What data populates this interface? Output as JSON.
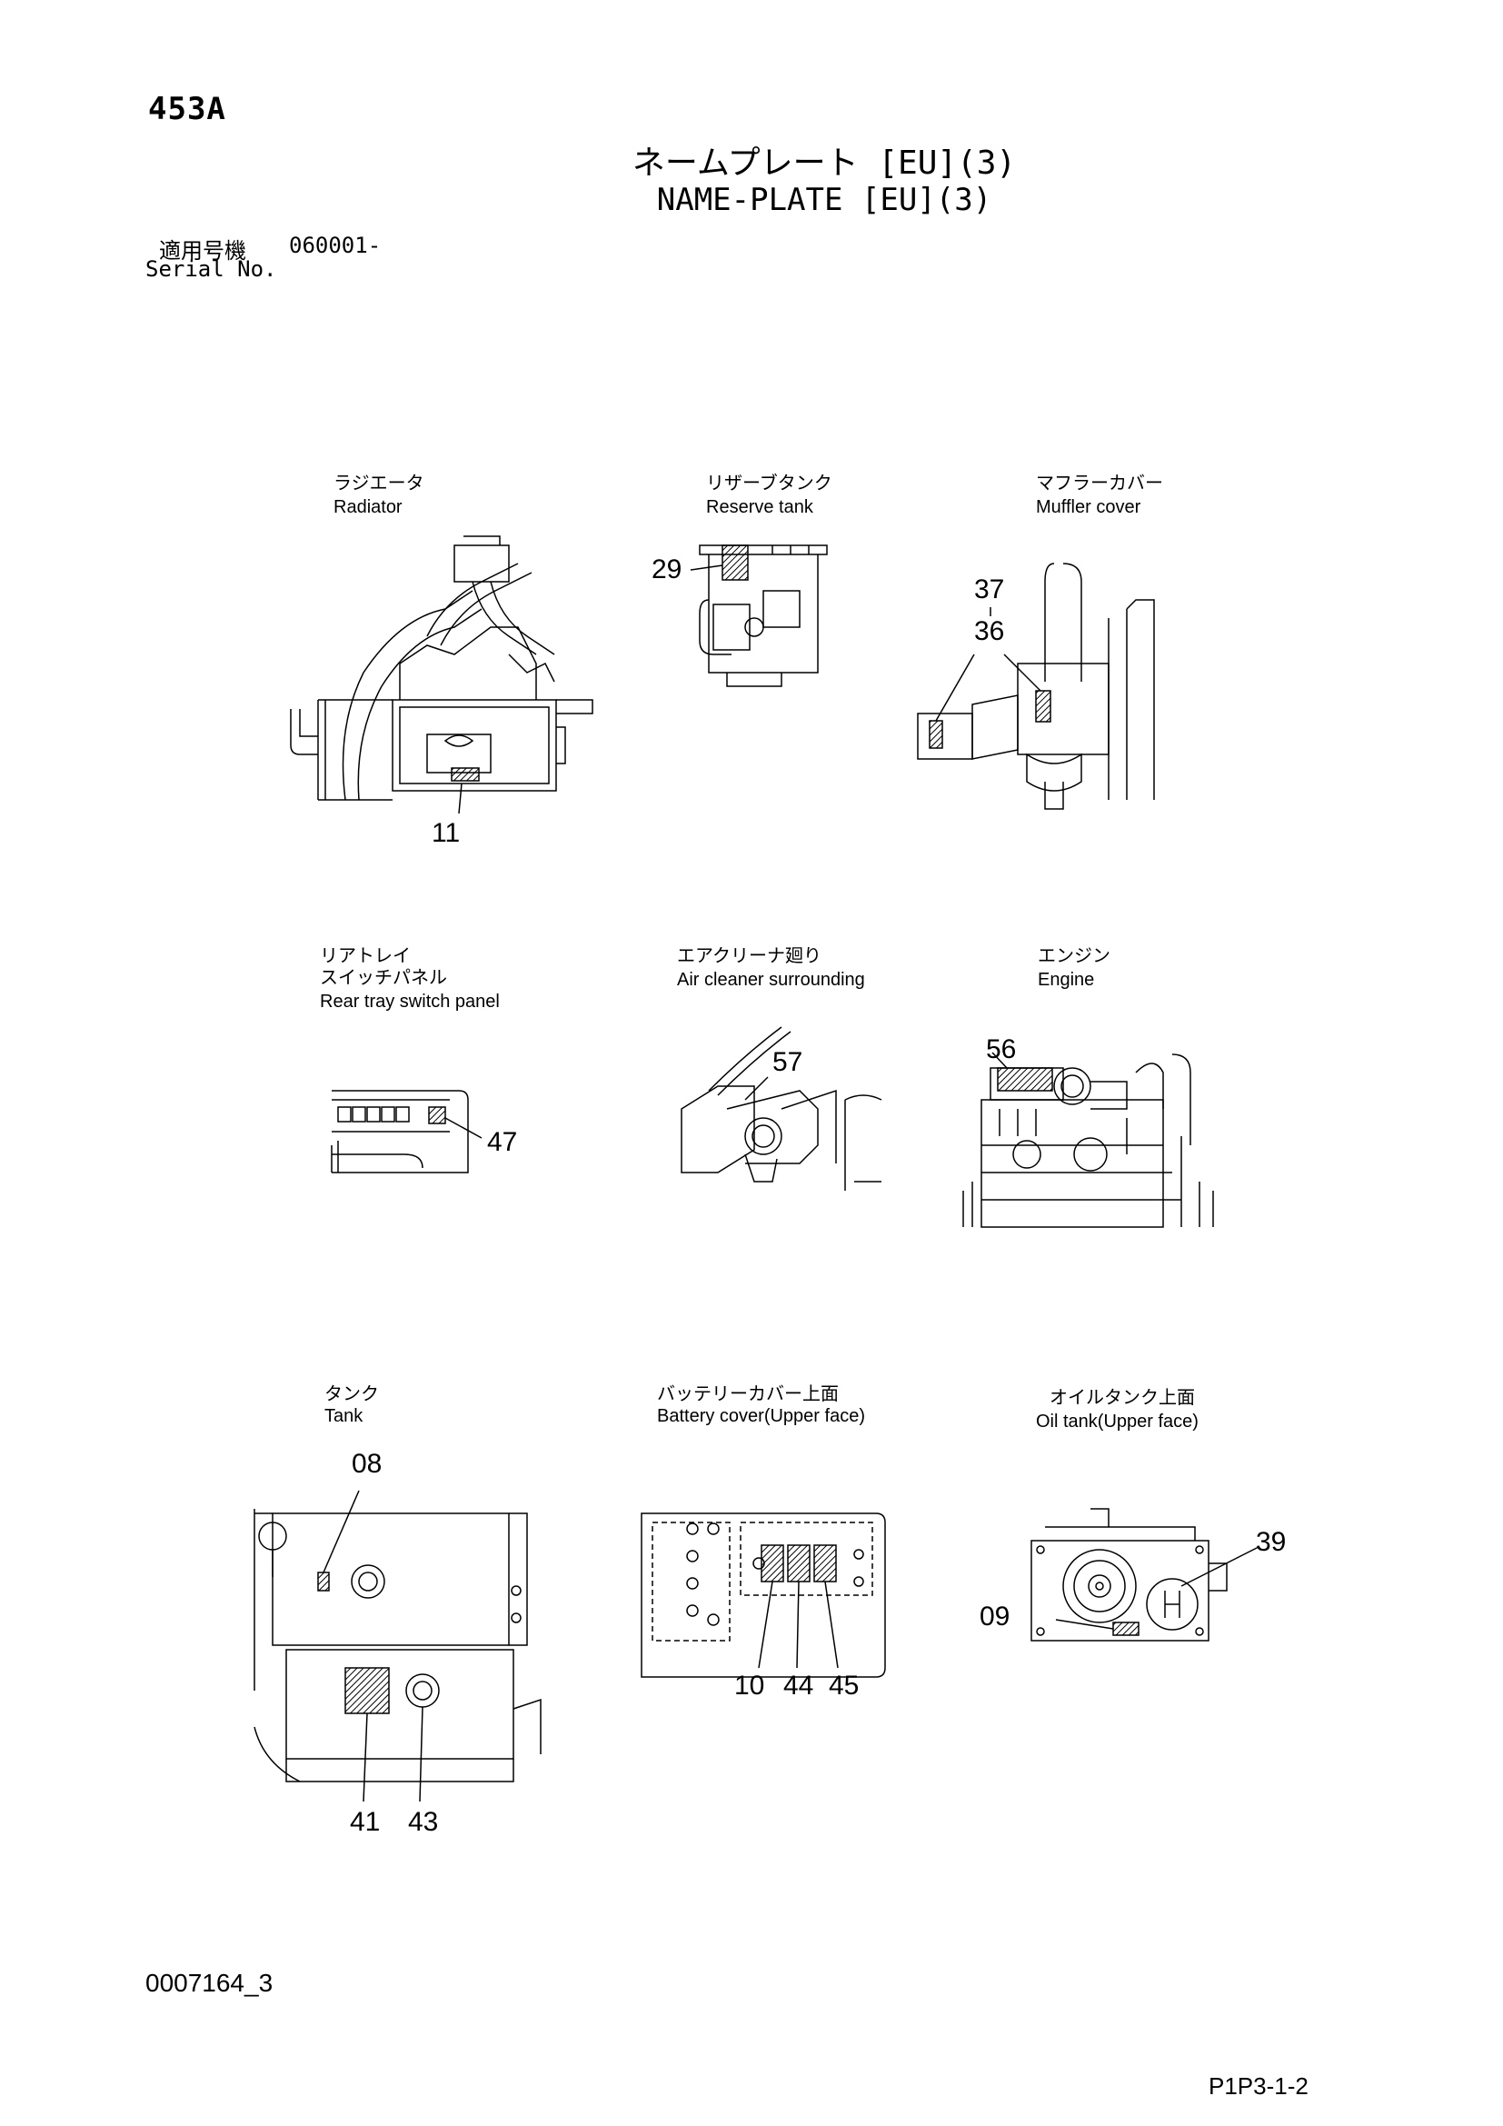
{
  "header": {
    "page_code": "453A",
    "title_jp": "ネームプレート [EU](3)",
    "title_en": "NAME-PLATE [EU](3)",
    "serial_label_jp": "適用号機",
    "serial_value": "060001-",
    "serial_label_en": "Serial No."
  },
  "views": {
    "radiator": {
      "label_jp": "ラジエータ",
      "label_en": "Radiator",
      "parts": [
        "11"
      ]
    },
    "reserve_tank": {
      "label_jp": "リザーブタンク",
      "label_en": "Reserve tank",
      "parts": [
        "29"
      ]
    },
    "muffler_cover": {
      "label_jp": "マフラーカバー",
      "label_en": "Muffler cover",
      "parts": [
        "37",
        "36"
      ]
    },
    "rear_tray": {
      "label_jp1": "リアトレイ",
      "label_jp2": "スイッチパネル",
      "label_en": "Rear tray switch panel",
      "parts": [
        "47"
      ]
    },
    "air_cleaner": {
      "label_jp": "エアクリーナ廻り",
      "label_en": "Air cleaner surrounding",
      "parts": [
        "57"
      ]
    },
    "engine": {
      "label_jp": "エンジン",
      "label_en": "Engine",
      "parts": [
        "56"
      ]
    },
    "tank": {
      "label_jp": "タンク",
      "label_en": "Tank",
      "parts": [
        "08",
        "41",
        "43"
      ]
    },
    "battery_cover": {
      "label_jp": "バッテリーカバー上面",
      "label_en": "Battery cover(Upper face)",
      "parts": [
        "10",
        "44",
        "45"
      ]
    },
    "oil_tank": {
      "label_jp": "オイルタンク上面",
      "label_en": "Oil tank(Upper face)",
      "parts": [
        "39",
        "09"
      ]
    }
  },
  "footer": {
    "doc_id": "0007164_3",
    "page_no": "P1P3-1-2"
  }
}
